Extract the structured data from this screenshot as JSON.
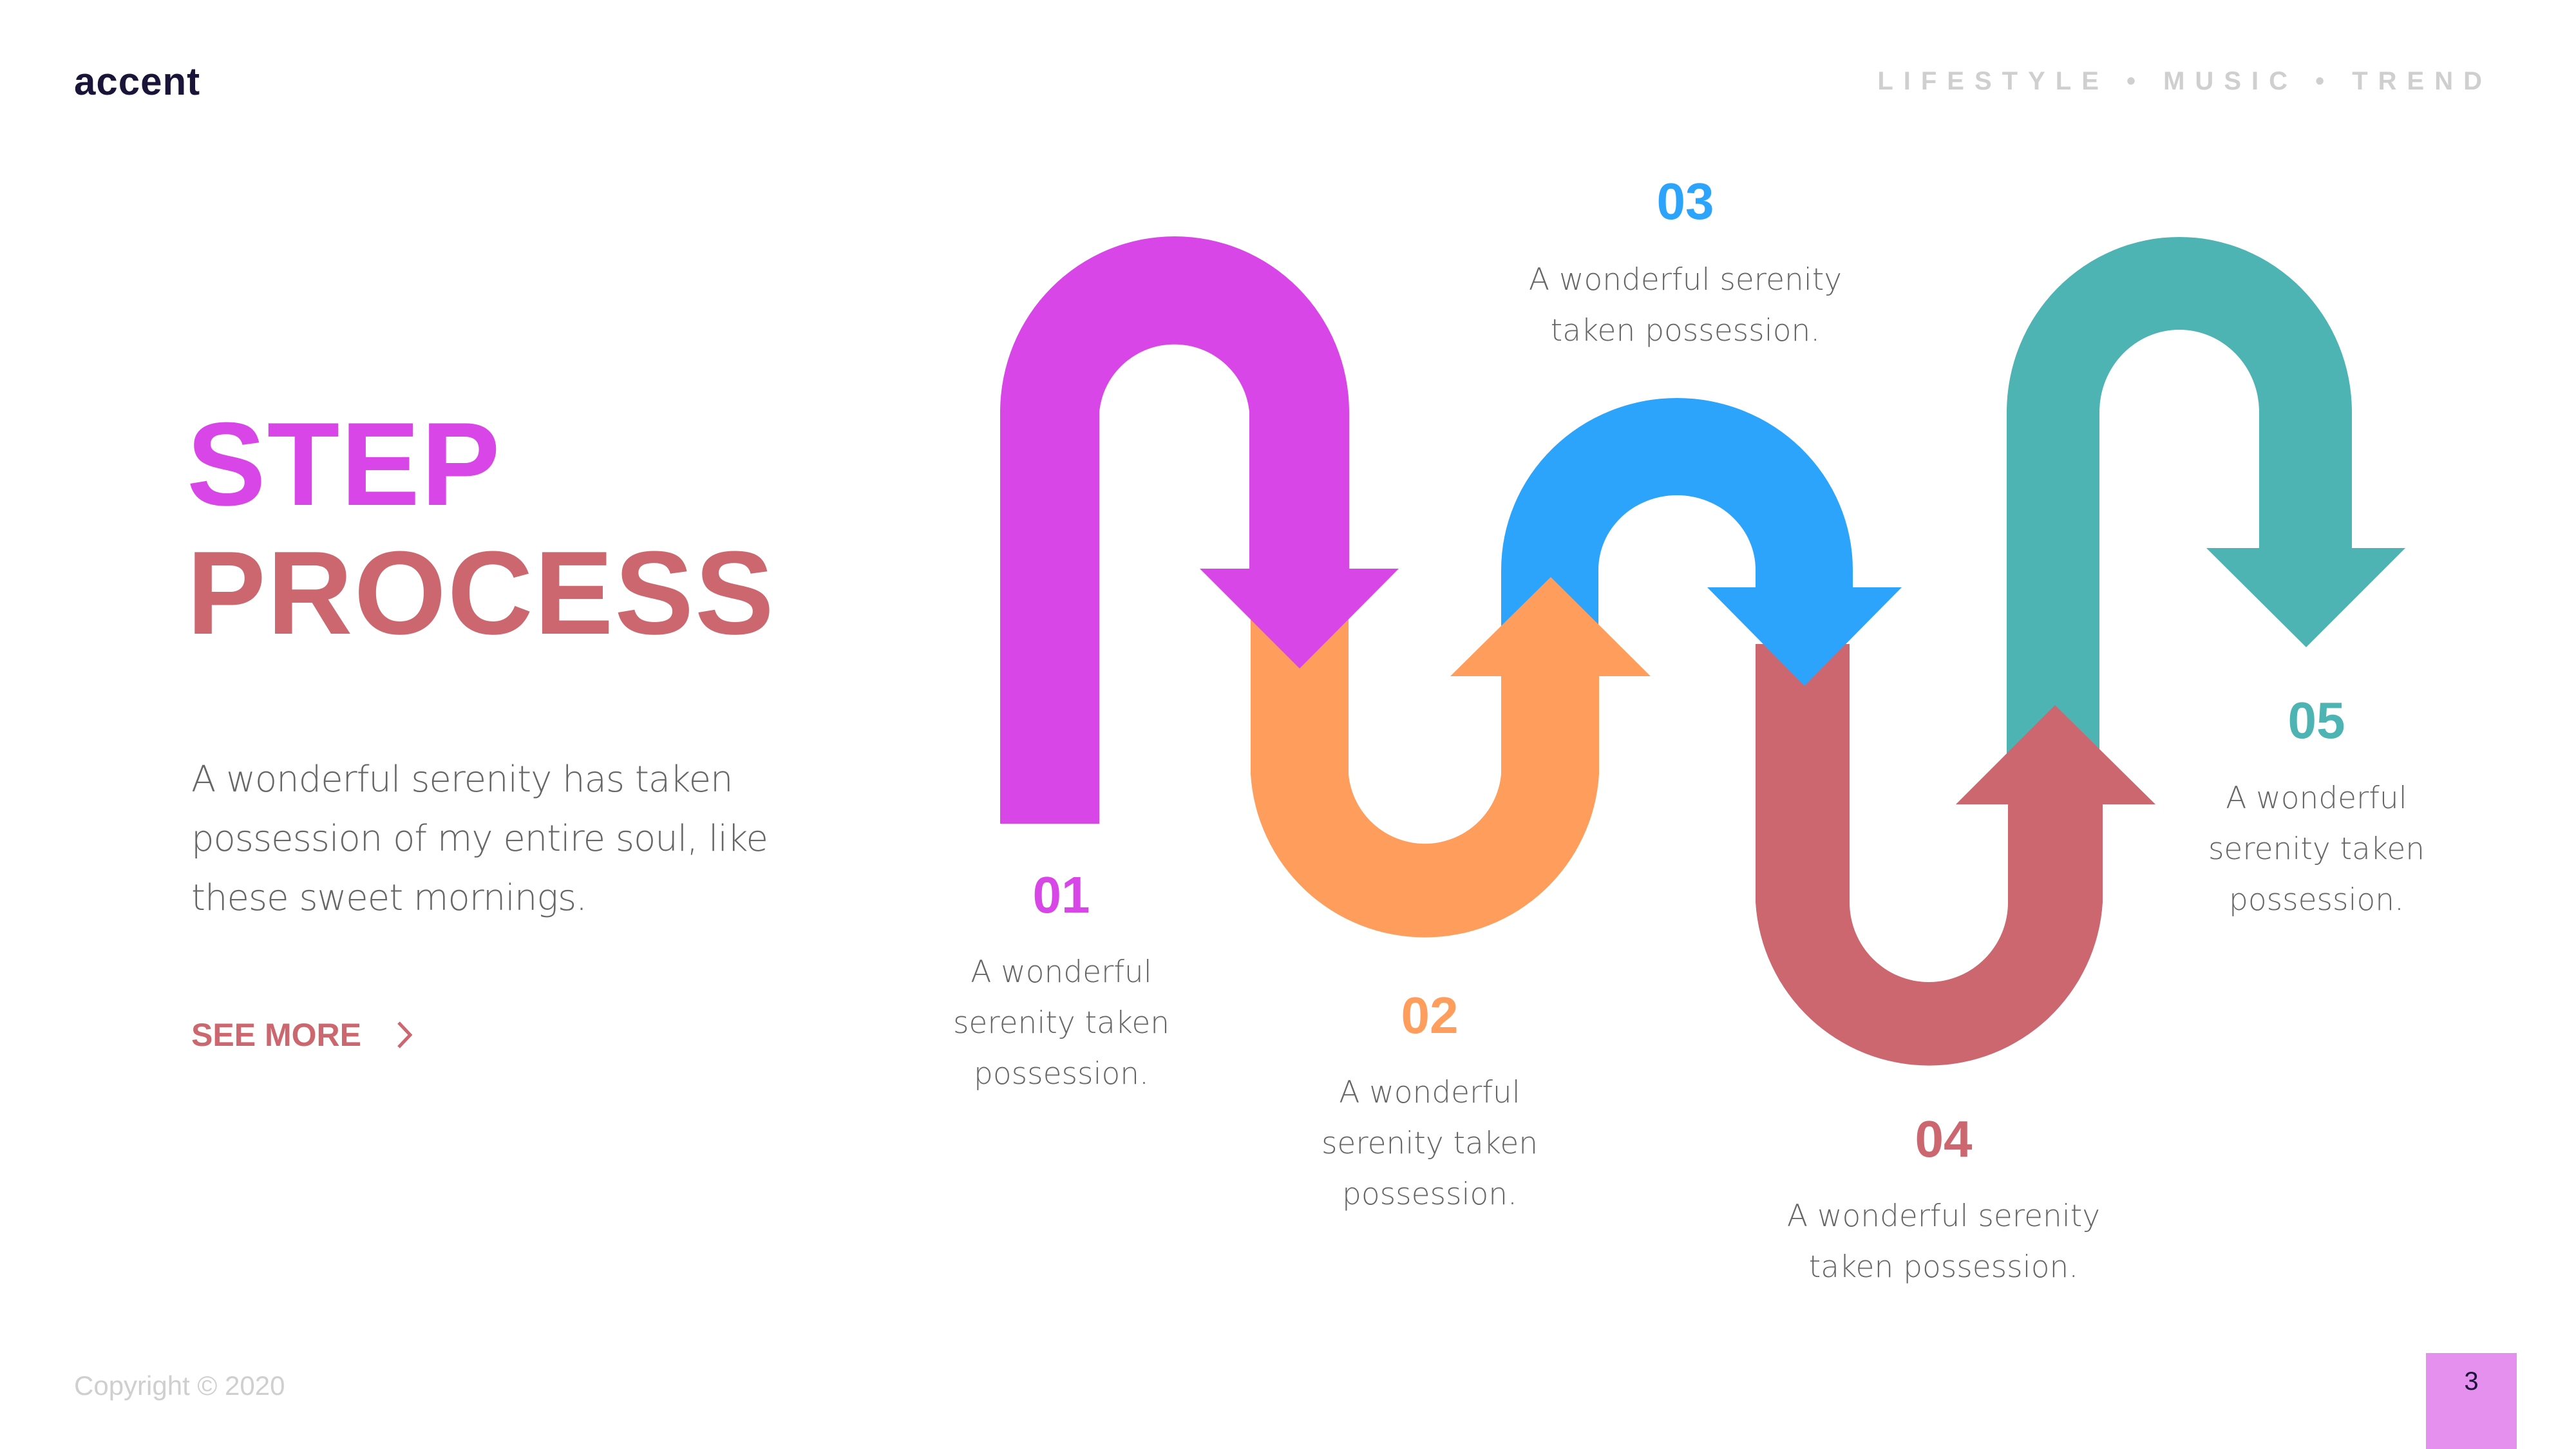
{
  "header": {
    "brand": "accent",
    "tagline": "LIFESTYLE • MUSIC • TREND"
  },
  "hero": {
    "title_line1": "STEP",
    "title_line2": "PROCESS",
    "description": "A wonderful serenity has taken possession of my entire soul, like these sweet mornings.",
    "cta_label": "SEE MORE",
    "cta_icon": "chevron-right-icon"
  },
  "steps": [
    {
      "number": "01",
      "color": "#d846e8",
      "lines": [
        "A wonderful",
        "serenity taken",
        "possession."
      ]
    },
    {
      "number": "02",
      "color": "#ff9d5c",
      "lines": [
        "A wonderful",
        "serenity taken",
        "possession."
      ]
    },
    {
      "number": "03",
      "color": "#2da4fc",
      "lines": [
        "A wonderful serenity",
        "taken possession."
      ]
    },
    {
      "number": "04",
      "color": "#cc676f",
      "lines": [
        "A wonderful serenity",
        "taken possession."
      ]
    },
    {
      "number": "05",
      "color": "#4db3b3",
      "lines": [
        "A wonderful",
        "serenity taken",
        "possession."
      ]
    }
  ],
  "colors": {
    "magenta": "#d846e8",
    "orange": "#ff9d5c",
    "blue": "#2da4fc",
    "red": "#cc676f",
    "teal": "#4db3b3",
    "page_box": "#e58fef",
    "muted": "#cfcfcf",
    "body_text": "#666666",
    "brand_text": "#1a1538"
  },
  "footer": {
    "copyright": "Copyright © 2020",
    "page_number": "3"
  }
}
